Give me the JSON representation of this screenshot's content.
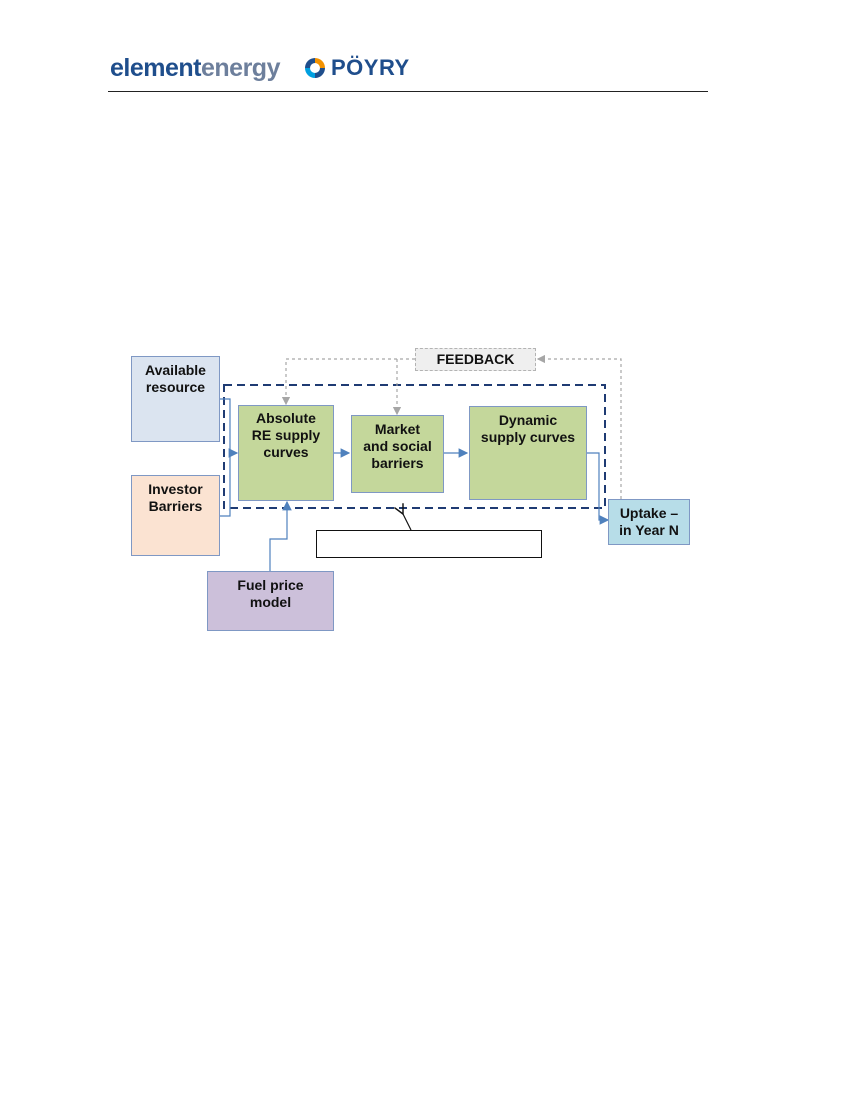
{
  "header": {
    "logo_element_part1": "element",
    "logo_element_part2": "energy",
    "logo_poyry": "PÖYRY"
  },
  "diagram": {
    "feedback_label": "FEEDBACK",
    "caption": "",
    "nodes": {
      "available_resource": [
        "Available",
        "resource"
      ],
      "investor_barriers": [
        "Investor",
        "Barriers"
      ],
      "fuel_price_model": [
        "Fuel price",
        "model"
      ],
      "absolute_re_supply_curves": [
        "Absolute",
        "RE supply",
        "curves"
      ],
      "market_and_social_barriers": [
        "Market",
        "and social",
        "barriers"
      ],
      "dynamic_supply_curves": [
        "Dynamic",
        "supply curves"
      ],
      "uptake_in_year_n": [
        "Uptake –",
        "in Year N"
      ]
    },
    "colors": {
      "available_resource": "#dbe4f0",
      "investor_barriers": "#fbe3d2",
      "fuel_price_model": "#ccc0da",
      "core_process": "#c4d79b",
      "uptake": "#b7dde8",
      "dashed_boundary": "#1f3b73",
      "arrow": "#4f81bd",
      "feedback_arrow": "#a6a6a6"
    }
  }
}
